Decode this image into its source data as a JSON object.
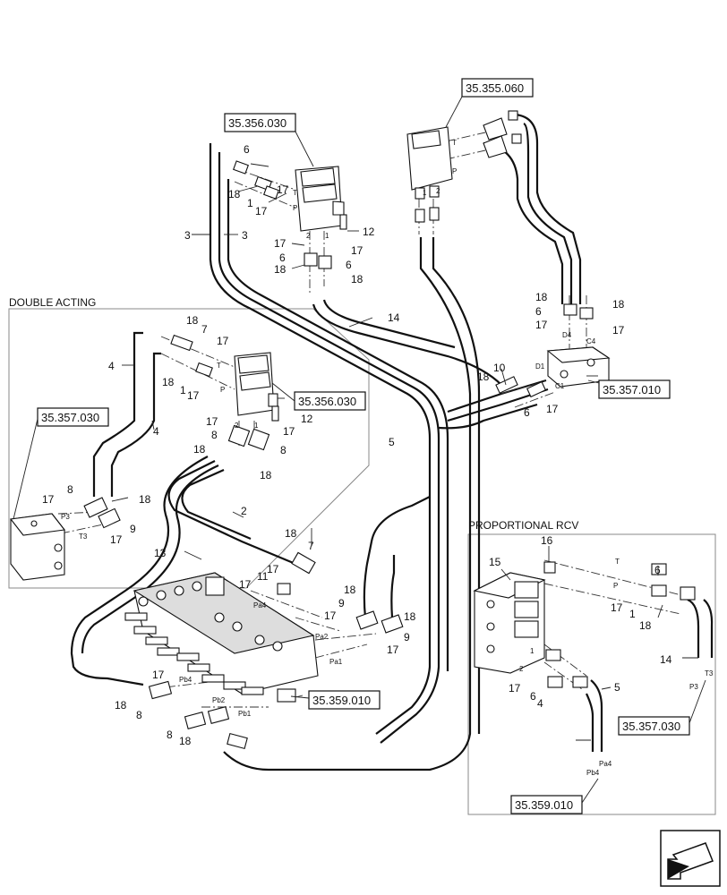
{
  "sections": {
    "double_acting": "DOUBLE ACTING",
    "proportional_rcv": "PROPORTIONAL RCV"
  },
  "references": {
    "ref_35355060": "35.355.060",
    "ref_35356030_top": "35.356.030",
    "ref_35356030_mid": "35.356.030",
    "ref_35357010": "35.357.010",
    "ref_35357030_left": "35.357.030",
    "ref_35359010_mid": "35.359.010",
    "ref_35357030_right": "35.357.030",
    "ref_35359010_bottom": "35.359.010"
  },
  "callouts": [
    "6",
    "18",
    "17",
    "1",
    "17",
    "3",
    "3",
    "12",
    "17",
    "17",
    "6",
    "6",
    "18",
    "18",
    "14",
    "18",
    "6",
    "17",
    "18",
    "17",
    "10",
    "18",
    "6",
    "17",
    "18",
    "7",
    "17",
    "4",
    "18",
    "1",
    "17",
    "4",
    "17",
    "12",
    "8",
    "17",
    "18",
    "8",
    "18",
    "17",
    "8",
    "18",
    "9",
    "17",
    "5",
    "2",
    "13",
    "18",
    "7",
    "11",
    "17",
    "17",
    "18",
    "9",
    "17",
    "18",
    "17",
    "9",
    "17",
    "8",
    "18",
    "8",
    "18",
    "16",
    "15",
    "6",
    "17",
    "1",
    "14",
    "18",
    "17",
    "6",
    "4",
    "5"
  ],
  "ports": {
    "t": "T",
    "p": "P",
    "two": "2",
    "one": "1",
    "d4": "D4",
    "c4": "C4",
    "d1": "D1",
    "c1": "C1",
    "p3": "P3",
    "t3": "T3",
    "pa1": "Pa1",
    "pa2": "Pa2",
    "pa4": "Pa4",
    "pb1": "Pb1",
    "pb2": "Pb2",
    "pb4": "Pb4"
  },
  "icons": {
    "corner": "direction-arrow-icon"
  }
}
